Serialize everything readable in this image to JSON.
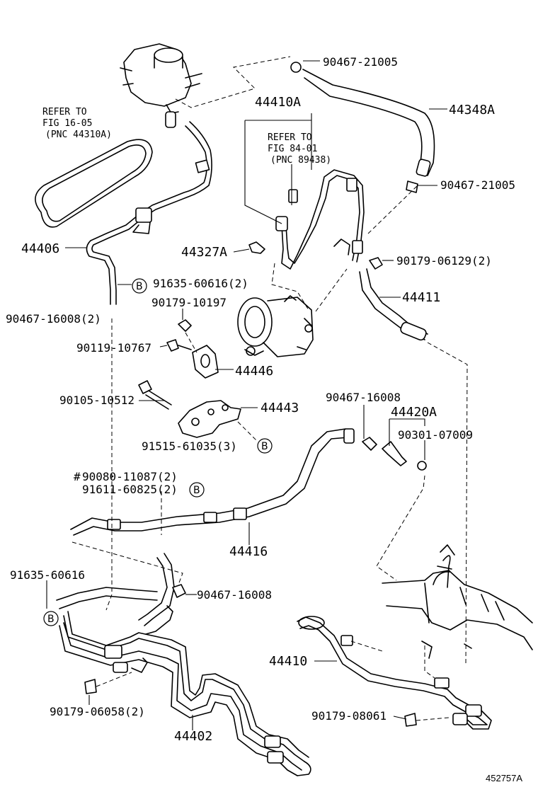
{
  "labels": {
    "p90467_21005_a": "90467-21005",
    "p44348A": "44348A",
    "p44410A": "44410A",
    "p90467_21005_b": "90467-21005",
    "p44406": "44406",
    "p44327A": "44327A",
    "p90179_06129": "90179-06129(2)",
    "p91635_60616_2": "91635-60616(2)",
    "p44411": "44411",
    "p90179_10197": "90179-10197",
    "p90467_16008_2": "90467-16008(2)",
    "p90119_10767": "90119-10767",
    "p44446": "44446",
    "p90105_10512": "90105-10512",
    "p44443": "44443",
    "p91515_61035": "91515-61035(3)",
    "p90467_16008_a": "90467-16008",
    "p44420A": "44420A",
    "p90301_07009": "90301-07009",
    "p90080_11087": "90080-11087(2)",
    "p91611_60825": "91611-60825(2)",
    "p44416": "44416",
    "p91635_60616": "91635-60616",
    "p90467_16008_b": "90467-16008",
    "p44410": "44410",
    "p90179_06058": "90179-06058(2)",
    "p90179_08061": "90179-08061",
    "p44402": "44402",
    "footer_code": "452757A"
  },
  "refs": {
    "ref1_line1": "REFER TO",
    "ref1_line2": "FIG 16-05",
    "ref1_line3": "(PNC 44310A)",
    "ref2_line1": "REFER TO",
    "ref2_line2": "FIG 84-01",
    "ref2_line3": "(PNC 89438)"
  },
  "markers": {
    "b": "B",
    "hash": "#"
  }
}
